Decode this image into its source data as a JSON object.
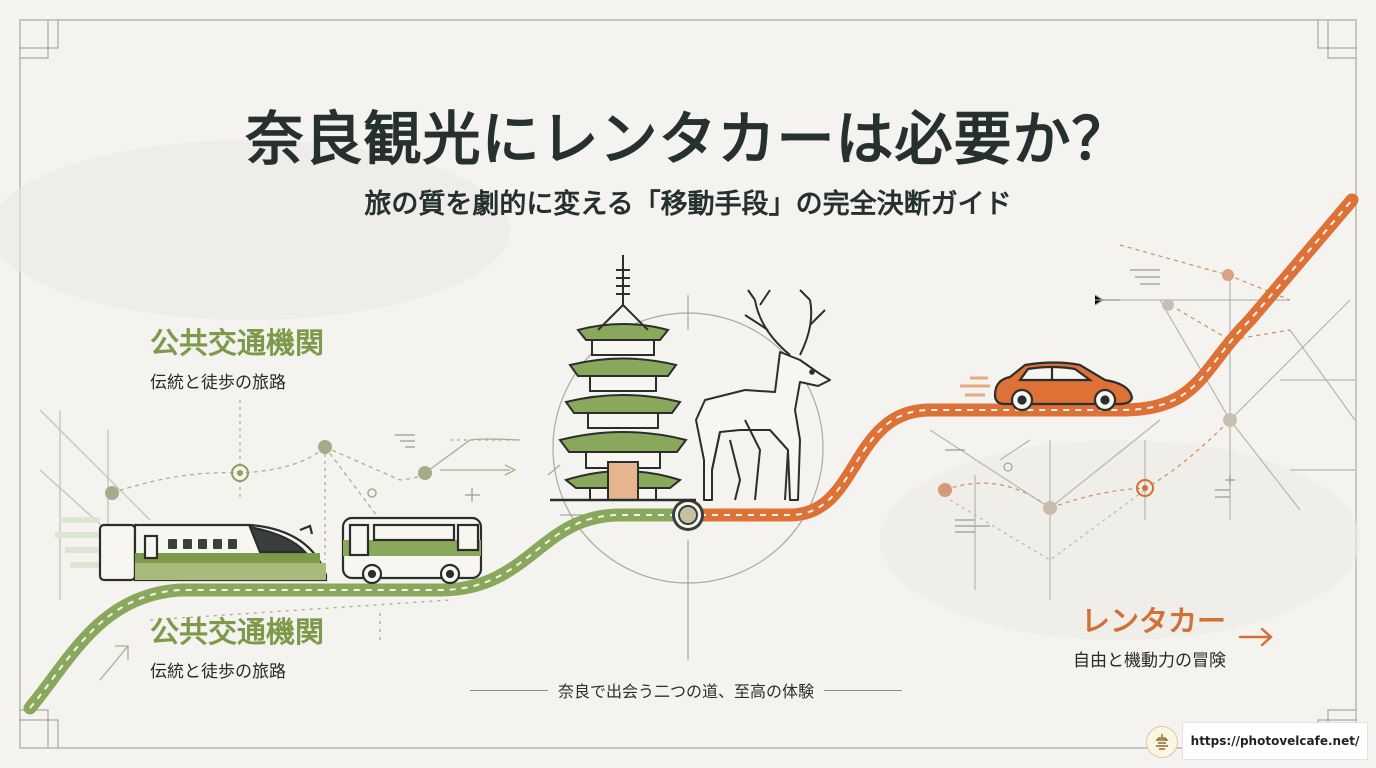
{
  "title": "奈良観光にレンタカーは必要か？",
  "subtitle": "旅の質を劇的に変える「移動手段」の完全決断ガイド",
  "public_transport_top": {
    "heading": "公共交通機関",
    "desc": "伝統と徒歩の旅路"
  },
  "public_transport_bottom": {
    "heading": "公共交通機関",
    "desc": "伝統と徒歩の旅路"
  },
  "rental_car": {
    "heading": "レンタカー",
    "desc": "自由と機動力の冒険"
  },
  "caption": "奈良で出会う二つの道、至高の体験",
  "site_url": "https://photovelcafe.net/",
  "colors": {
    "green": "#7d9a4a",
    "orange": "#d36f38",
    "ink": "#26312f",
    "background": "#f4f3ef"
  },
  "icons": [
    "train-icon",
    "bus-icon",
    "pagoda-icon",
    "deer-icon",
    "car-icon",
    "arrow-right-icon",
    "site-logo-icon"
  ]
}
